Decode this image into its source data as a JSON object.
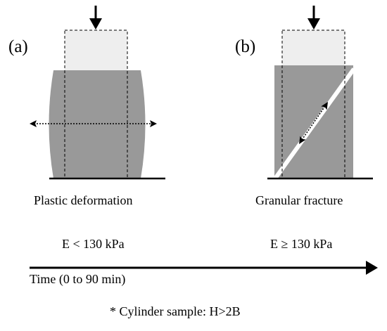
{
  "panels": [
    {
      "letter": "(a)",
      "caption": "Plastic deformation",
      "threshold": "E < 130 kPa"
    },
    {
      "letter": "(b)",
      "caption": "Granular fracture",
      "threshold": "E ≥ 130 kPa"
    }
  ],
  "timeline": {
    "label": "Time (0 to 90 min)"
  },
  "footnote": "* Cylinder sample: H>2B",
  "colors": {
    "specimen": "#999999",
    "original_outline_fill": "#eeeeee",
    "fracture_line": "#ffffff",
    "ink": "#000000"
  }
}
